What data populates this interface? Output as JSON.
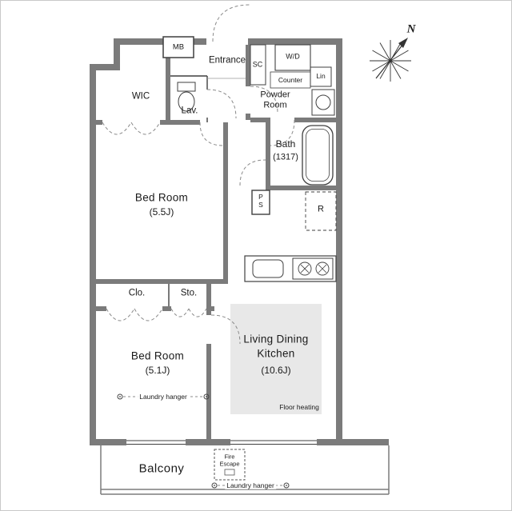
{
  "colors": {
    "wall": "#7b7b7b",
    "line": "#3f3f3f",
    "arc": "#8a8a8a",
    "floor_heating": "#e8e8e8",
    "text": "#1a1a1a"
  },
  "rooms": {
    "bedroom1": {
      "name": "Bed Room",
      "size": "(5.5J)"
    },
    "bedroom2": {
      "name": "Bed Room",
      "size": "(5.1J)"
    },
    "ldk": {
      "line1": "Living Dining",
      "line2": "Kitchen",
      "size": "(10.6J)",
      "note": "Floor heating"
    },
    "bath": {
      "name": "Bath",
      "size": "(1317)"
    },
    "powder": {
      "line1": "Powder",
      "line2": "Room"
    },
    "lav": {
      "name": "Lav."
    },
    "wic": {
      "name": "WIC"
    },
    "entrance": {
      "name": "Entrance"
    },
    "balcony": {
      "name": "Balcony"
    }
  },
  "closets": {
    "clo": "Clo.",
    "sto": "Sto.",
    "sc": "SC",
    "lin": "Lin"
  },
  "equipment": {
    "mb": "MB",
    "wd": "W/D",
    "counter": "Counter",
    "ps_line1": "P",
    "ps_line2": "S",
    "fridge": "R"
  },
  "notes": {
    "laundry_hanger_bedroom": "Laundry hanger",
    "laundry_hanger_balcony": "Laundry hanger",
    "fire_escape_line1": "Fire",
    "fire_escape_line2": "Escape"
  },
  "compass": {
    "north": "N"
  }
}
